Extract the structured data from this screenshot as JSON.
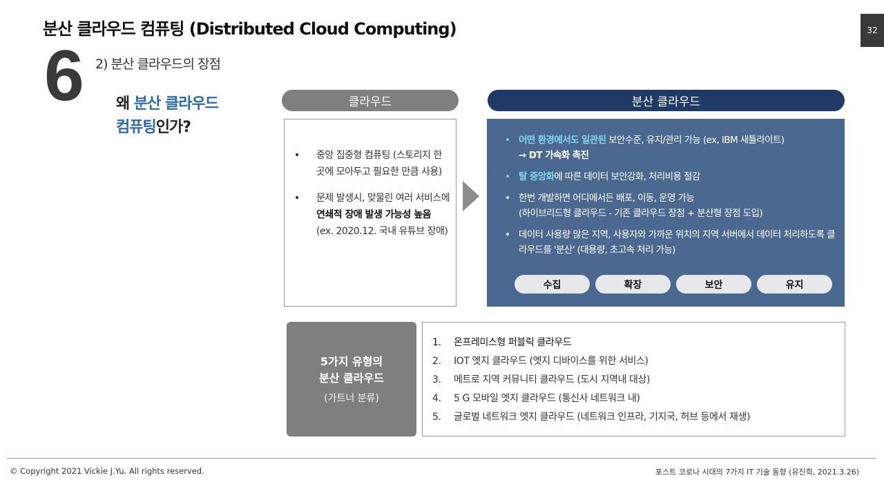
{
  "header": {
    "title": "분산 클라우드 컴퓨팅 (Distributed Cloud Computing)",
    "page_number": "32"
  },
  "section": {
    "number": "6",
    "subtitle": "2) 분산 클라우드의 장점"
  },
  "why": {
    "line1_prefix": "왜 ",
    "line1_highlight": "분산 클라우드",
    "line2_highlight": "컴퓨팅",
    "line2_suffix": "인가?"
  },
  "cloud": {
    "label": "클라우드",
    "bullets": [
      {
        "text": "중앙 집중형 컴퓨팅 (스토리지 한 곳에 모아두고 필요한 만큼 사용)"
      },
      {
        "prefix": "문제 발생시, 맞물린 여러 서비스에 ",
        "bold": "연쇄적 장애 발생 가능성 높음",
        "suffix": " (ex. 2020.12. 국내 유튜브 장애)"
      }
    ]
  },
  "distributed": {
    "label": "분산 클라우드",
    "bullets": [
      {
        "highlight": "어떤 환경에서도 일관된",
        "text": " 보안수준, 유지/관리 가능 (ex, IBM 새틀라이트)",
        "sub": "→ DT 가속화 촉진"
      },
      {
        "highlight": "탈 중앙화",
        "text": "에 따른 데이터 보안강화, 처리비용 절감"
      },
      {
        "text": "한번 개발하면 어디에서든 배포, 이동, 운영 가능",
        "sub": "(하이브리드형 클라우드 - 기존 클라우드 장점 + 분산형 장점 도입)"
      },
      {
        "text": "데이터 사용량 많은 지역, 사용자와 가까운 위치의 지역 서버에서 데이터 처리하도록 클라우드를 '분산' (대용량, 초고속 처리 가능)"
      }
    ],
    "tags": [
      "수집",
      "확장",
      "보안",
      "유지"
    ]
  },
  "types": {
    "title_line1": "5가지 유형의",
    "title_line2": "분산 클라우드",
    "source": "(가트너 분류)",
    "items": [
      {
        "num": "1.",
        "text": "온프레미스형 퍼블릭 클라우드"
      },
      {
        "num": "2.",
        "text": "IOT 엣지 클라우드 (엣지 디바이스를 위한 서비스)"
      },
      {
        "num": "3.",
        "text": "메트로 지역 커뮤니티 클라우드 (도시 지역내 대상)"
      },
      {
        "num": "4.",
        "text": "5 G 모바일 엣지 클라우드 (통신사 네트워크 내)"
      },
      {
        "num": "5.",
        "text": "글로벌 네트워크 엣지 클라우드 (네트워크 인프라, 기지국, 허브 등에서 재생)"
      }
    ]
  },
  "footer": {
    "copyright": "© Copyright 2021 Vickie J.Yu. All rights reserved.",
    "source": "포스트 코로나 시대의 7가지 IT 기술 동향 (유진희, 2021.3.26)"
  },
  "colors": {
    "accent_blue": "#2e6aa8",
    "navy": "#1f3a66",
    "panel_blue": "#4a6890",
    "cyan_highlight": "#7fd6f0",
    "gray": "#7f7f7f"
  }
}
